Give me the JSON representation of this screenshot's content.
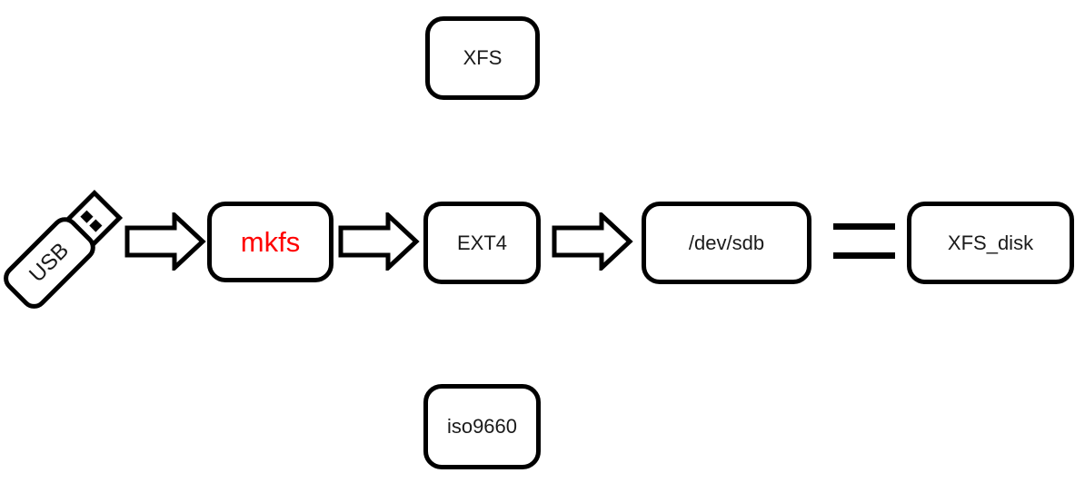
{
  "colors": {
    "background": "#ffffff",
    "stroke": "#000000",
    "label_text": "#1a1a1a",
    "mkfs_text": "#ff0000"
  },
  "usb_drive": {
    "label": "USB"
  },
  "nodes": {
    "xfs": {
      "label": "XFS"
    },
    "mkfs": {
      "label": "mkfs"
    },
    "ext4": {
      "label": "EXT4"
    },
    "dev_sdb": {
      "label": "/dev/sdb"
    },
    "xfs_disk": {
      "label": "XFS_disk"
    },
    "iso9660": {
      "label": "iso9660"
    }
  },
  "icons": {
    "usb_drive": "usb-flash-drive-icon",
    "flow_arrow": "block-arrow-right-icon",
    "equals": "equals-icon"
  }
}
